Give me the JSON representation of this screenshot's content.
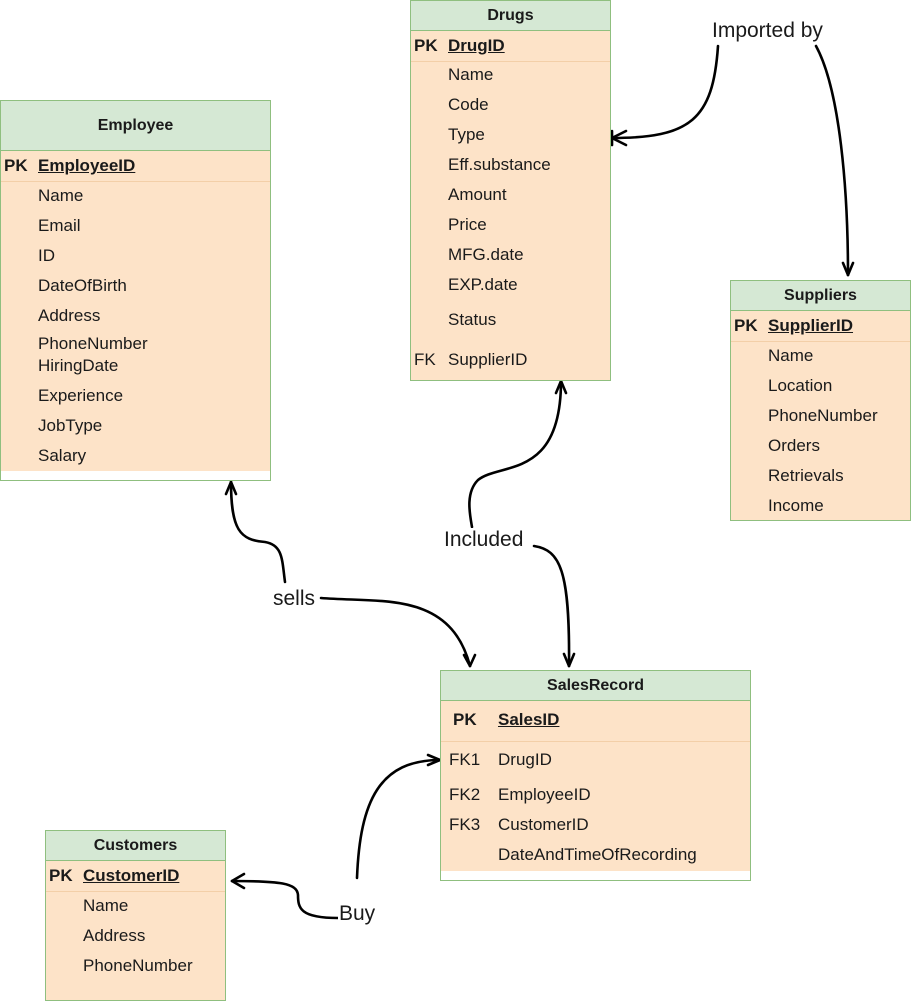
{
  "entities": {
    "employee": {
      "title": "Employee",
      "pk": {
        "key": "PK",
        "name": "EmployeeID"
      },
      "fields": [
        "Name",
        "Email",
        "ID",
        "DateOfBirth",
        "Address",
        "PhoneNumber",
        "HiringDate",
        "Experience",
        "JobType",
        "Salary"
      ]
    },
    "drugs": {
      "title": "Drugs",
      "pk": {
        "key": "PK",
        "name": "DrugID"
      },
      "fields": [
        "Name",
        "Code",
        "Type",
        "Eff.substance",
        "Amount",
        "Price",
        "MFG.date",
        "EXP.date",
        "Status"
      ],
      "fk": {
        "key": "FK",
        "name": "SupplierID"
      }
    },
    "suppliers": {
      "title": "Suppliers",
      "pk": {
        "key": "PK",
        "name": "SupplierID"
      },
      "fields": [
        "Name",
        "Location",
        "PhoneNumber",
        "Orders",
        "Retrievals",
        "Income"
      ]
    },
    "salesrecord": {
      "title": "SalesRecord",
      "pk": {
        "key": "PK",
        "name": "SalesID"
      },
      "fks": [
        {
          "key": "FK1",
          "name": "DrugID"
        },
        {
          "key": "FK2",
          "name": "EmployeeID"
        },
        {
          "key": "FK3",
          "name": "CustomerID"
        },
        {
          "key": "",
          "name": "DateAndTimeOfRecording"
        }
      ]
    },
    "customers": {
      "title": "Customers",
      "pk": {
        "key": "PK",
        "name": "CustomerID"
      },
      "fields": [
        "Name",
        "Address",
        "PhoneNumber"
      ]
    }
  },
  "relationships": {
    "imported_by": "Imported by",
    "included": "Included",
    "sells": "sells",
    "buy": "Buy"
  }
}
